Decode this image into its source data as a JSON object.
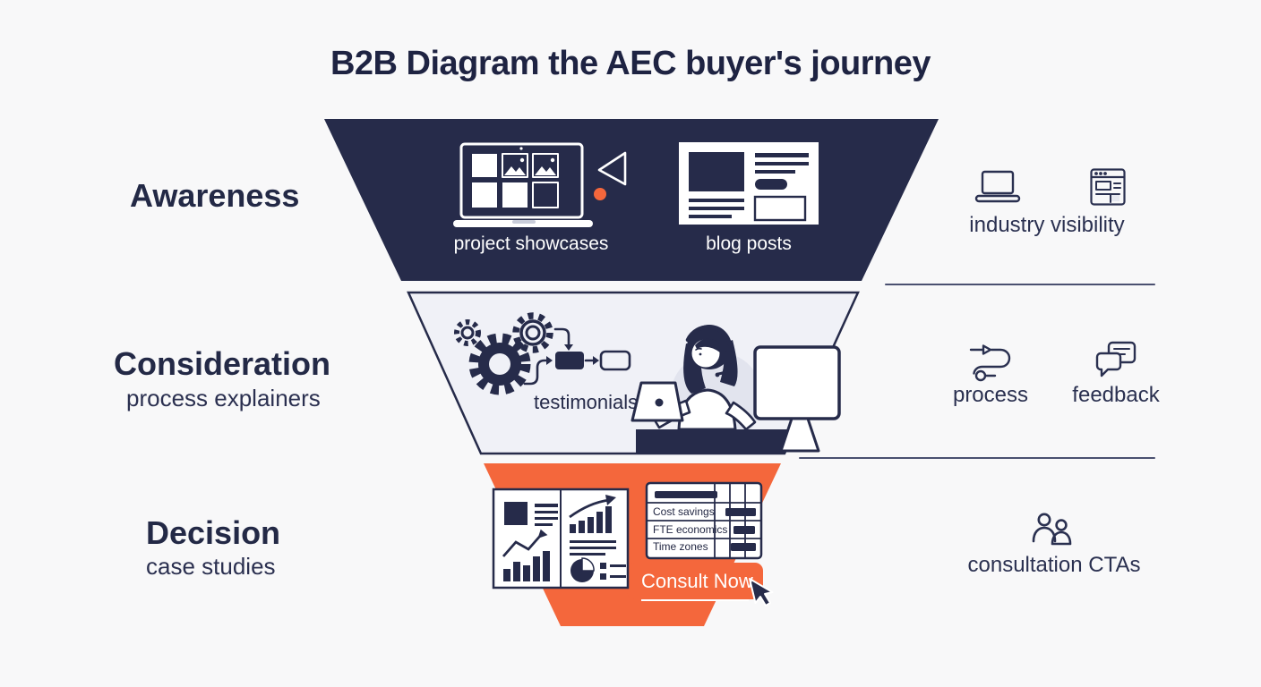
{
  "title": "B2B Diagram the AEC buyer's journey",
  "colors": {
    "navy": "#262b4a",
    "orange": "#f4673c",
    "panel": "#f0f1f7",
    "background": "#f8f8f9",
    "accent_dot": "#f4673c"
  },
  "stages": [
    {
      "name": "Awareness",
      "sub": ""
    },
    {
      "name": "Consideration",
      "sub": "process explainers"
    },
    {
      "name": "Decision",
      "sub": "case studies"
    }
  ],
  "funnel": {
    "awareness": {
      "item1": "project showcases",
      "item2": "blog posts"
    },
    "consideration": {
      "item1": "testimonials"
    },
    "decision": {
      "table_rows": [
        {
          "label": "Cost savings"
        },
        {
          "label": "FTE economics"
        },
        {
          "label": "Time zones"
        }
      ],
      "cta": "Consult Now"
    }
  },
  "right_panel": {
    "groups": [
      {
        "caption": "industry visibility",
        "icons": [
          "laptop-icon",
          "browser-window-icon"
        ]
      },
      {
        "items": [
          {
            "icon": "process-flow-icon",
            "caption": "process"
          },
          {
            "icon": "feedback-chat-icon",
            "caption": "feedback"
          }
        ]
      },
      {
        "caption": "consultation CTAs",
        "icons": [
          "people-icon"
        ]
      }
    ]
  }
}
